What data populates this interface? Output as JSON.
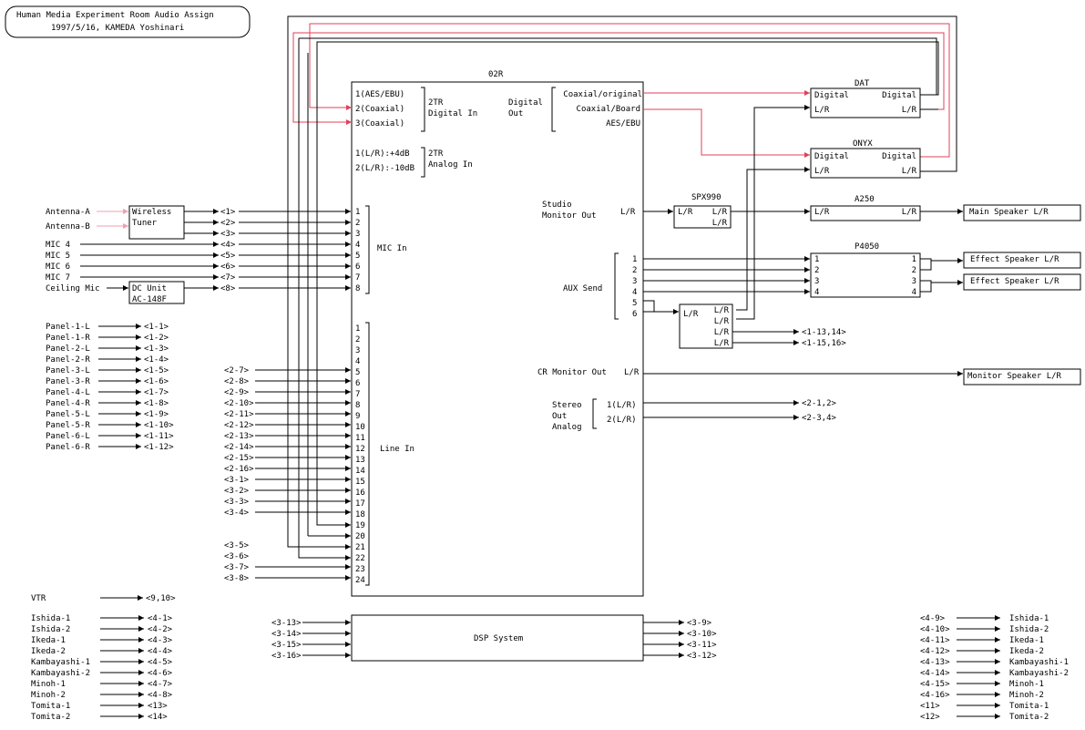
{
  "title": {
    "line1": "Human Media Experiment Room Audio Assign",
    "line2": "1997/5/16, KAMEDA Yoshinari"
  },
  "mixer": {
    "name": "02R",
    "digital_in_ports": [
      "1(AES/EBU)",
      "2(Coaxial)",
      "3(Coaxial)"
    ],
    "digital_in_label": [
      "2TR",
      "Digital In"
    ],
    "digital_out_label": [
      "Digital",
      "Out"
    ],
    "digital_out_ports": [
      "Coaxial/original",
      "Coaxial/Board",
      "AES/EBU"
    ],
    "analog_in_ports": [
      "1(L/R):+4dB",
      "2(L/R):-10dB"
    ],
    "analog_in_label": [
      "2TR",
      "Analog In"
    ],
    "mic_in_label": "MIC In",
    "line_in_label": "Line In",
    "studio_monitor_label": [
      "Studio",
      "Monitor Out"
    ],
    "lr": "L/R",
    "aux_send_label": "AUX Send",
    "aux_ports": [
      "1",
      "2",
      "3",
      "4",
      "5",
      "6"
    ],
    "cr_monitor_label": "CR Monitor Out",
    "stereo_out_label": [
      "Stereo",
      "Out",
      "Analog"
    ],
    "stereo_out_ports": [
      "1(L/R)",
      "2(L/R)"
    ],
    "mic_in_numbers": [
      "1",
      "2",
      "3",
      "4",
      "5",
      "6",
      "7",
      "8"
    ],
    "line_in_numbers": [
      "1",
      "2",
      "3",
      "4",
      "5",
      "6",
      "7",
      "8",
      "9",
      "10",
      "11",
      "12",
      "13",
      "14",
      "15",
      "16",
      "17",
      "18",
      "19",
      "20",
      "21",
      "22",
      "23",
      "24"
    ]
  },
  "wireless": {
    "antennas": [
      "Antenna-A",
      "Antenna-B"
    ],
    "label": [
      "Wireless",
      "Tuner"
    ],
    "outs": [
      "<1>",
      "<2>",
      "<3>"
    ]
  },
  "mics": {
    "labels": [
      "MIC 4",
      "MIC 5",
      "MIC 6",
      "MIC 7"
    ],
    "tags": [
      "<4>",
      "<5>",
      "<6>",
      "<7>"
    ],
    "ceiling": "Ceiling Mic",
    "dc_unit": [
      "DC Unit",
      "AC-148F"
    ],
    "ceiling_tag": "<8>"
  },
  "panels": {
    "labels": [
      "Panel-1-L",
      "Panel-1-R",
      "Panel-2-L",
      "Panel-2-R",
      "Panel-3-L",
      "Panel-3-R",
      "Panel-4-L",
      "Panel-4-R",
      "Panel-5-L",
      "Panel-5-R",
      "Panel-6-L",
      "Panel-6-R"
    ],
    "tags": [
      "<1-1>",
      "<1-2>",
      "<1-3>",
      "<1-4>",
      "<1-5>",
      "<1-6>",
      "<1-7>",
      "<1-8>",
      "<1-9>",
      "<1-10>",
      "<1-11>",
      "<1-12>"
    ]
  },
  "line_tags": [
    "<2-7>",
    "<2-8>",
    "<2-9>",
    "<2-10>",
    "<2-11>",
    "<2-12>",
    "<2-13>",
    "<2-14>",
    "<2-15>",
    "<2-16>",
    "<3-1>",
    "<3-2>",
    "<3-3>",
    "<3-4>"
  ],
  "line_tags_low": [
    "<3-5>",
    "<3-6>",
    "<3-7>",
    "<3-8>"
  ],
  "vtr": {
    "label": "VTR",
    "tag": "<9,10>"
  },
  "personal": {
    "names": [
      "Ishida-1",
      "Ishida-2",
      "Ikeda-1",
      "Ikeda-2",
      "Kambayashi-1",
      "Kambayashi-2",
      "Minoh-1",
      "Minoh-2",
      "Tomita-1",
      "Tomita-2"
    ],
    "in_tags": [
      "<4-1>",
      "<4-2>",
      "<4-3>",
      "<4-4>",
      "<4-5>",
      "<4-6>",
      "<4-7>",
      "<4-8>",
      "<13>",
      "<14>"
    ],
    "out_tags": [
      "<4-9>",
      "<4-10>",
      "<4-11>",
      "<4-12>",
      "<4-13>",
      "<4-14>",
      "<4-15>",
      "<4-16>",
      "<11>",
      "<12>"
    ]
  },
  "dsp": {
    "label": "DSP System",
    "in_tags": [
      "<3-13>",
      "<3-14>",
      "<3-15>",
      "<3-16>"
    ],
    "out_tags": [
      "<3-9>",
      "<3-10>",
      "<3-11>",
      "<3-12>"
    ]
  },
  "dat": {
    "name": "DAT",
    "digital": "Digital",
    "lr": "L/R"
  },
  "onyx": {
    "name": "ONYX",
    "digital": "Digital",
    "lr": "L/R"
  },
  "spx990": {
    "name": "SPX990",
    "lr": "L/R"
  },
  "a250": {
    "name": "A250",
    "lr": "L/R",
    "speaker": "Main Speaker L/R"
  },
  "p4050": {
    "name": "P4050",
    "ports": [
      "1",
      "2",
      "3",
      "4"
    ],
    "speakers": [
      "Effect Speaker L/R",
      "Effect Speaker L/R"
    ]
  },
  "effect_unit": {
    "lr": "L/R",
    "out_tags": [
      "<1-13,14>",
      "<1-15,16>"
    ]
  },
  "monitor_speaker": "Monitor Speaker L/R",
  "stereo_tags": [
    "<2-1,2>",
    "<2-3,4>"
  ],
  "colors": {
    "digital_wire": "#e0405a",
    "antenna_wire": "#f0a0b0",
    "line": "#000000"
  }
}
